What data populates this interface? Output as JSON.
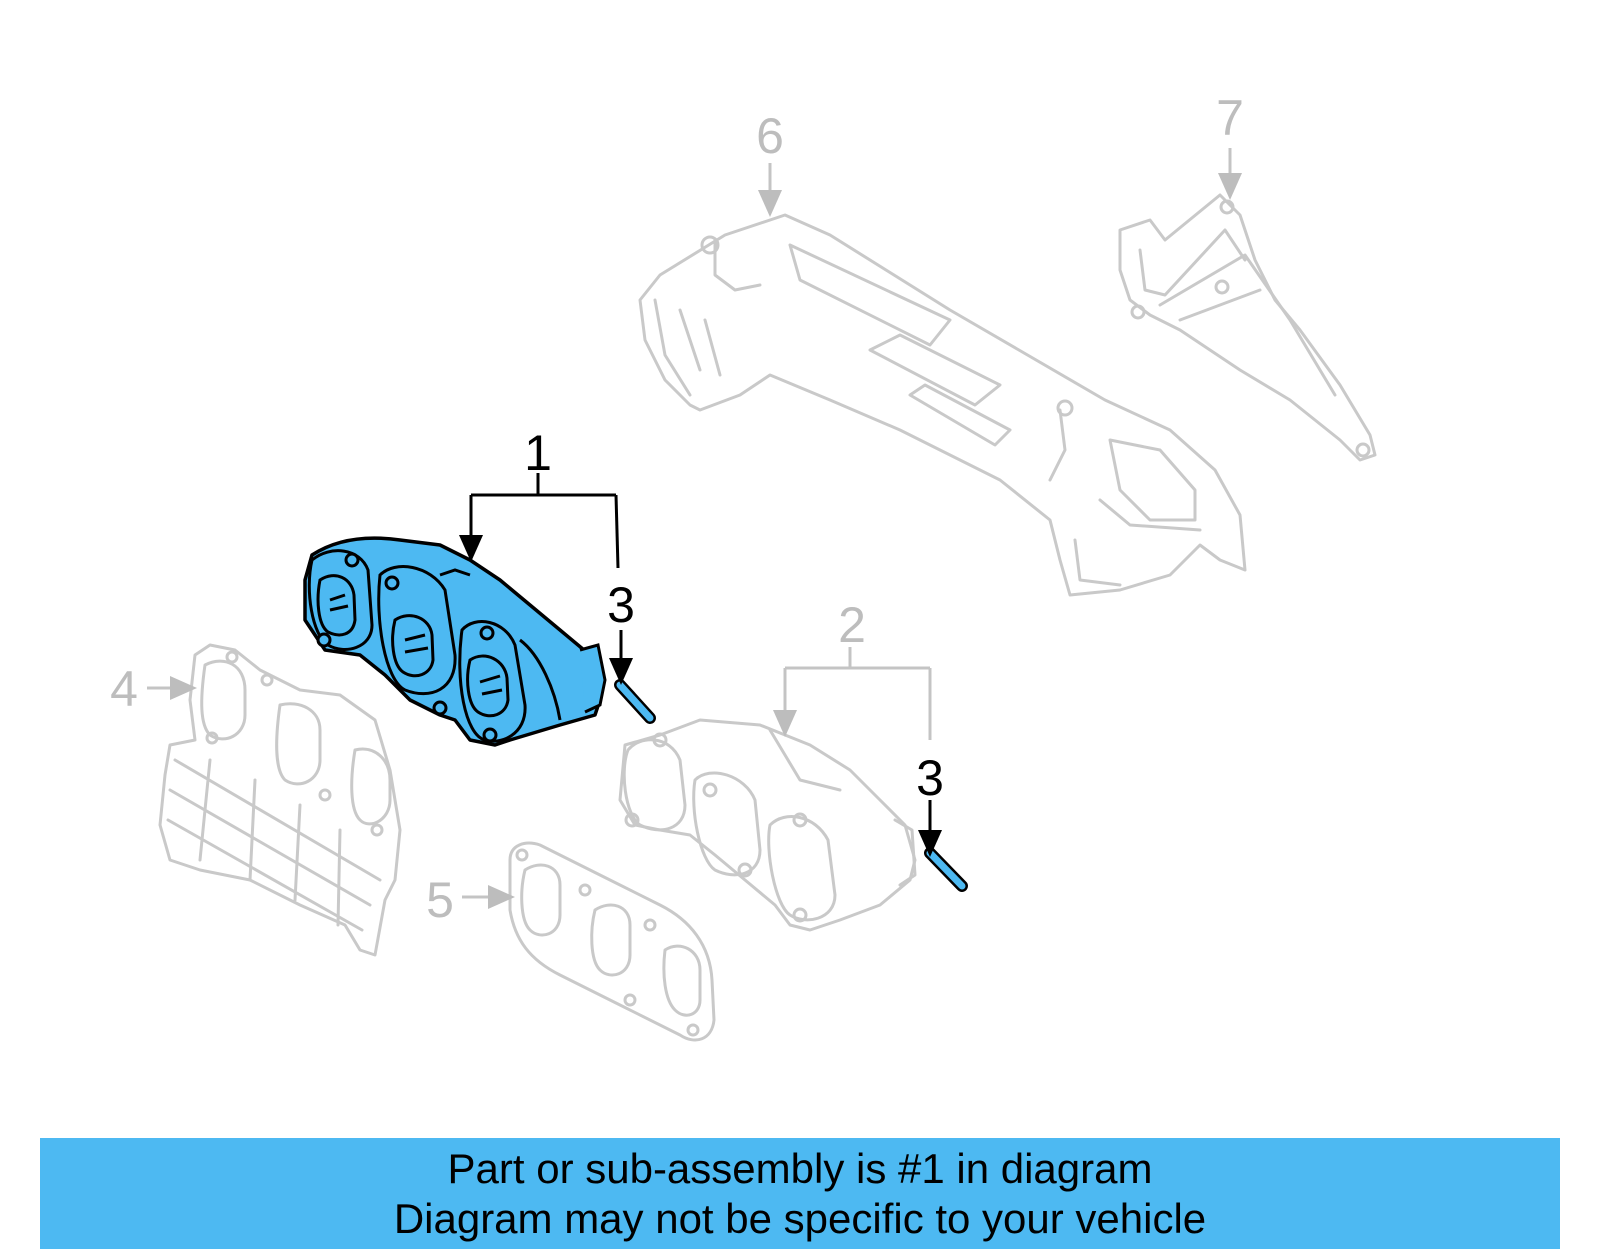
{
  "callouts": {
    "c1": "1",
    "c2": "2",
    "c3a": "3",
    "c3b": "3",
    "c4": "4",
    "c5": "5",
    "c6": "6",
    "c7": "7"
  },
  "banner": {
    "line1": "Part or sub-assembly is #1 in diagram",
    "line2": "Diagram may not be specific to your vehicle"
  },
  "colors": {
    "highlight": "#4db9f2",
    "ghost": "#c9c9c9",
    "outline": "#000000"
  }
}
